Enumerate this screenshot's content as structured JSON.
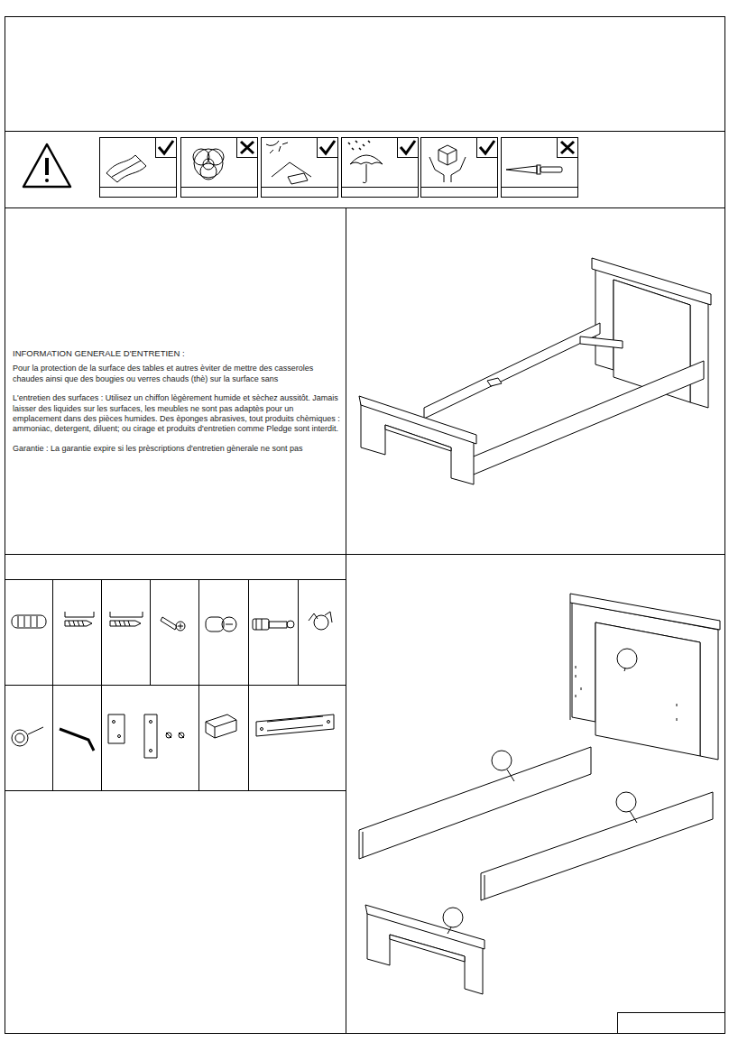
{
  "diagram": {
    "labels": [
      "INFORMATION GENERALE D'ENTRETIEN :",
      "Pour la protection de la surface des tables et autres èviter de mettre des casseroles chaudes ainsi que des bougies ou verres chauds (thè) sur la surface sans",
      "L'entretien des surfaces : Utilisez un chiffon lègèrement humide et sèchez aussitôt. Jamais laisser des liquides sur les surfaces, les meubles ne sont pas adaptès pour un emplacement dans des pièces humides. Des èponges abrasives, tout produits chèmiques : ammoniac, detergent, diluent; ou cirage et produits d'entretien comme Pledge sont interdit.",
      "Garantie : La garantie expire si les prèscriptions d'entretien gènerale ne sont pas"
    ]
  }
}
